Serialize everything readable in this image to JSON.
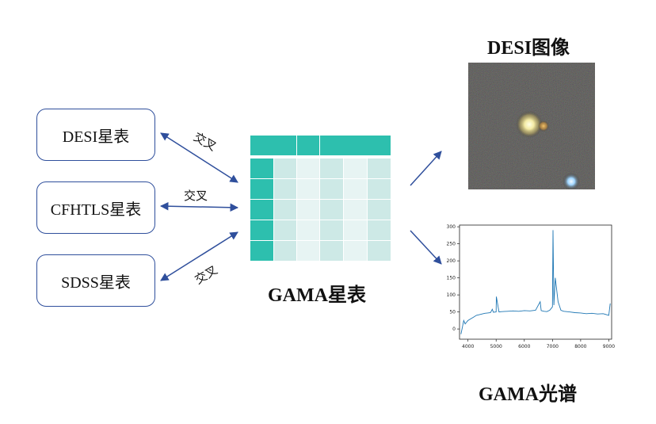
{
  "catalogs": [
    {
      "id": "desi",
      "label": "DESI星表"
    },
    {
      "id": "cfhtls",
      "label": "CFHTLS星表"
    },
    {
      "id": "sdss",
      "label": "SDSS星表"
    }
  ],
  "cross_labels": [
    "交叉",
    "交叉",
    "交叉"
  ],
  "gama_catalog_label": "GAMA星表",
  "desi_image_label": "DESI图像",
  "gama_spectrum_label": "GAMA光谱",
  "colors": {
    "arrow": "#2f4f9c",
    "box_border": "#2f4f9c",
    "table_header": "#2dbfae",
    "table_cell_light": "#cde9e6",
    "table_cell_lighter": "#e7f4f3",
    "spectrum_line": "#1f77b4"
  },
  "chart_data": {
    "type": "line",
    "title": "",
    "xlabel": "",
    "ylabel": "",
    "xlim": [
      3700,
      9100
    ],
    "ylim": [
      -30,
      305
    ],
    "x_ticks": [
      4000,
      5000,
      6000,
      7000,
      8000,
      9000
    ],
    "y_ticks": [
      0,
      50,
      100,
      150,
      200,
      250,
      300
    ],
    "series": [
      {
        "x": [
          3750,
          3800,
          3850,
          3900,
          3950,
          4000,
          4100,
          4200,
          4300,
          4400,
          4500,
          4600,
          4700,
          4800,
          4863,
          4900,
          5000,
          5007,
          5100,
          5200,
          5400,
          5600,
          5800,
          6000,
          6200,
          6400,
          6563,
          6600,
          6700,
          6800,
          6900,
          6950,
          7000,
          7020,
          7050,
          7100,
          7200,
          7300,
          7400,
          7600,
          7800,
          8000,
          8200,
          8400,
          8600,
          8800,
          9000,
          9050
        ],
        "y": [
          -15,
          5,
          25,
          15,
          20,
          25,
          30,
          35,
          40,
          42,
          44,
          46,
          47,
          48,
          58,
          49,
          50,
          95,
          50,
          51,
          52,
          53,
          52,
          54,
          53,
          55,
          80,
          54,
          52,
          51,
          55,
          60,
          65,
          290,
          70,
          150,
          80,
          55,
          52,
          50,
          48,
          47,
          45,
          46,
          44,
          45,
          40,
          75
        ]
      }
    ]
  }
}
